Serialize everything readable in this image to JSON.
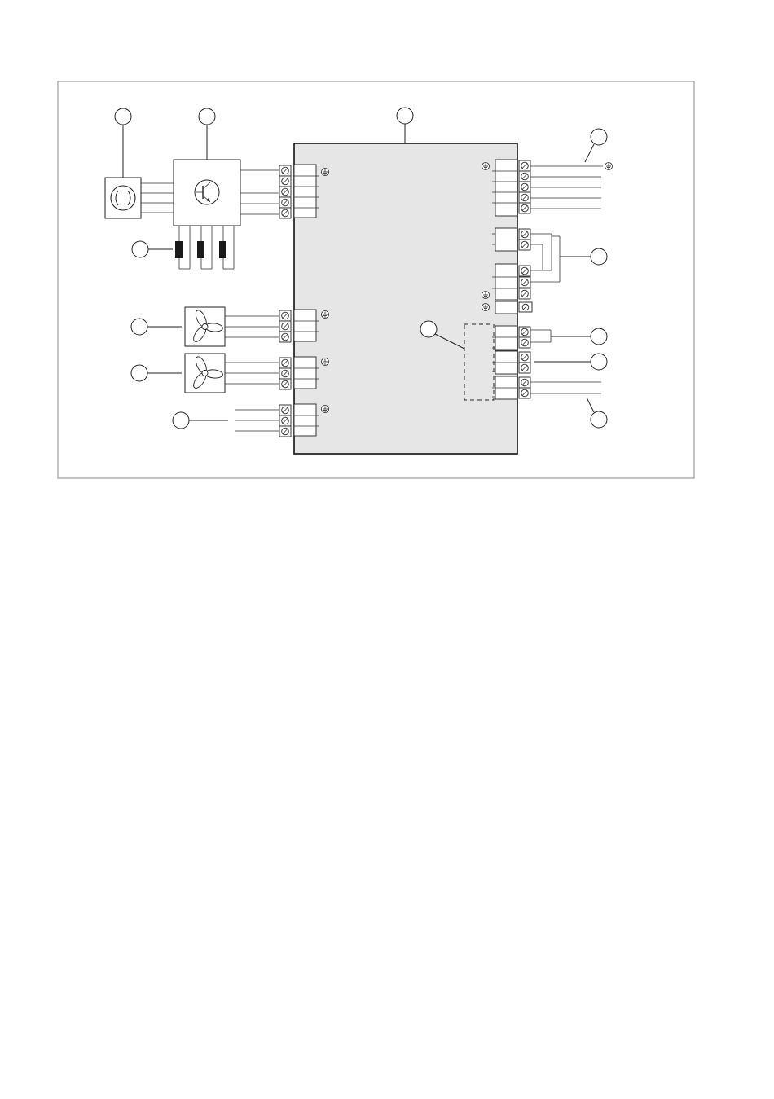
{
  "diagram": {
    "callouts": [
      {
        "id": "c-compressor",
        "label": ""
      },
      {
        "id": "c-inverter",
        "label": ""
      },
      {
        "id": "c-main-board",
        "label": ""
      },
      {
        "id": "c-top-right",
        "label": ""
      },
      {
        "id": "c-inductors",
        "label": ""
      },
      {
        "id": "c-jumper-group",
        "label": ""
      },
      {
        "id": "c-fan-1",
        "label": ""
      },
      {
        "id": "c-fan-2",
        "label": ""
      },
      {
        "id": "c-optional-module",
        "label": ""
      },
      {
        "id": "c-bridge",
        "label": ""
      },
      {
        "id": "c-pair",
        "label": ""
      },
      {
        "id": "c-bottom-left",
        "label": ""
      },
      {
        "id": "c-bottom-right",
        "label": ""
      }
    ],
    "ground_symbol": "ground-icon",
    "colors": {
      "board_fill": "#e6e6e6",
      "line": "#222222",
      "inductor": "#1a1a1a"
    }
  }
}
